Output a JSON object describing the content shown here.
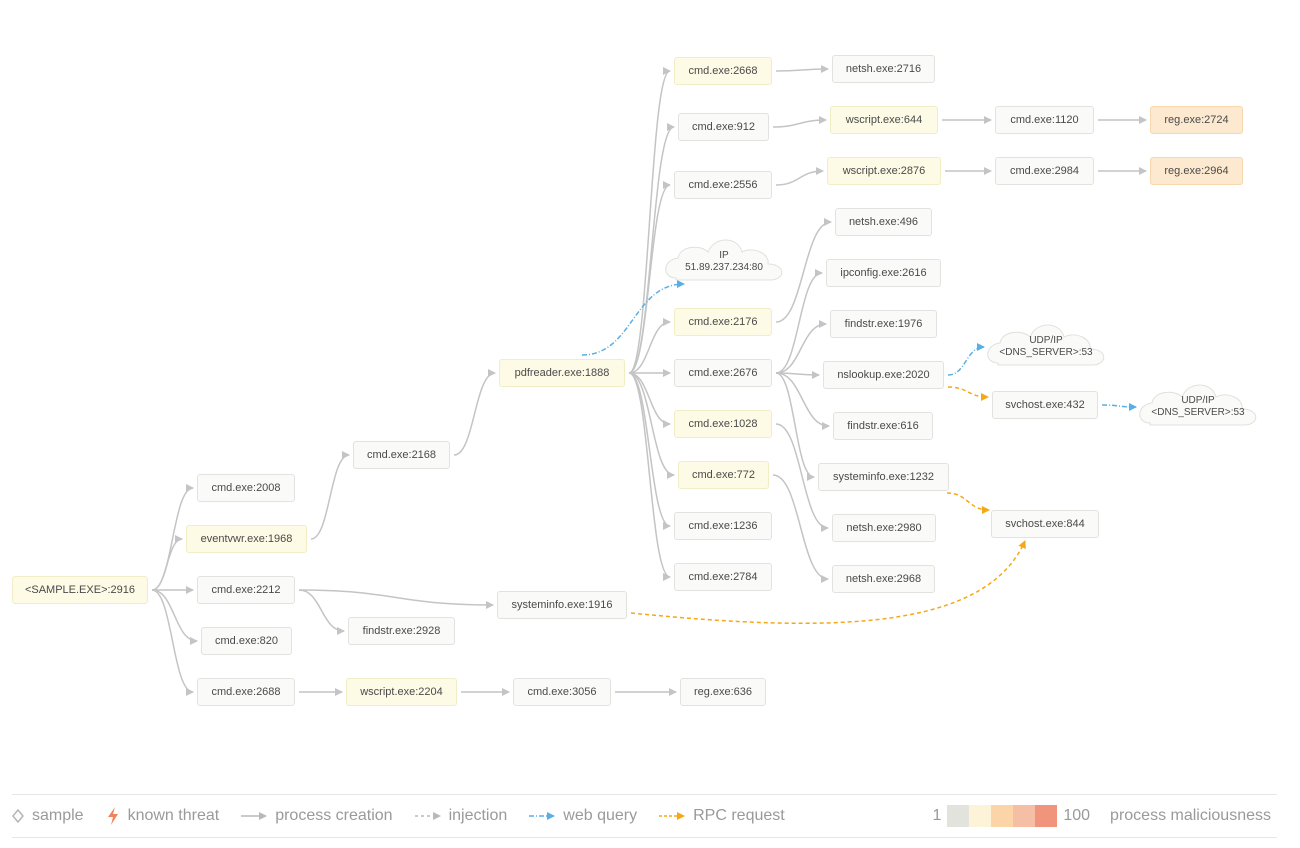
{
  "nodes": {
    "sample": {
      "label": "<SAMPLE.EXE>:2916",
      "level": "sample"
    },
    "cmd2008": {
      "label": "cmd.exe:2008",
      "level": "0"
    },
    "eventvwr1968": {
      "label": "eventvwr.exe:1968",
      "level": "1"
    },
    "cmd2212": {
      "label": "cmd.exe:2212",
      "level": "0"
    },
    "cmd820": {
      "label": "cmd.exe:820",
      "level": "0"
    },
    "cmd2688": {
      "label": "cmd.exe:2688",
      "level": "0"
    },
    "cmd2168": {
      "label": "cmd.exe:2168",
      "level": "0"
    },
    "findstr2928": {
      "label": "findstr.exe:2928",
      "level": "0"
    },
    "wscript2204": {
      "label": "wscript.exe:2204",
      "level": "1"
    },
    "systeminfo1916": {
      "label": "systeminfo.exe:1916",
      "level": "0"
    },
    "cmd3056": {
      "label": "cmd.exe:3056",
      "level": "0"
    },
    "reg636": {
      "label": "reg.exe:636",
      "level": "0"
    },
    "pdfreader1888": {
      "label": "pdfreader.exe:1888",
      "level": "1"
    },
    "cmd2668": {
      "label": "cmd.exe:2668",
      "level": "1"
    },
    "cmd912": {
      "label": "cmd.exe:912",
      "level": "0"
    },
    "cmd2556": {
      "label": "cmd.exe:2556",
      "level": "0"
    },
    "cmd2176": {
      "label": "cmd.exe:2176",
      "level": "1"
    },
    "cmd2676": {
      "label": "cmd.exe:2676",
      "level": "0"
    },
    "cmd1028": {
      "label": "cmd.exe:1028",
      "level": "1"
    },
    "cmd772": {
      "label": "cmd.exe:772",
      "level": "1"
    },
    "cmd1236": {
      "label": "cmd.exe:1236",
      "level": "0"
    },
    "cmd2784": {
      "label": "cmd.exe:2784",
      "level": "0"
    },
    "netsh2716": {
      "label": "netsh.exe:2716",
      "level": "0"
    },
    "wscript644": {
      "label": "wscript.exe:644",
      "level": "1"
    },
    "wscript2876": {
      "label": "wscript.exe:2876",
      "level": "1"
    },
    "cmd1120": {
      "label": "cmd.exe:1120",
      "level": "0"
    },
    "cmd2984": {
      "label": "cmd.exe:2984",
      "level": "0"
    },
    "reg2724": {
      "label": "reg.exe:2724",
      "level": "2"
    },
    "reg2964": {
      "label": "reg.exe:2964",
      "level": "2"
    },
    "netsh496": {
      "label": "netsh.exe:496",
      "level": "0"
    },
    "ipconfig2616": {
      "label": "ipconfig.exe:2616",
      "level": "0"
    },
    "findstr1976": {
      "label": "findstr.exe:1976",
      "level": "0"
    },
    "nslookup2020": {
      "label": "nslookup.exe:2020",
      "level": "0"
    },
    "findstr616": {
      "label": "findstr.exe:616",
      "level": "0"
    },
    "systeminfo1232": {
      "label": "systeminfo.exe:1232",
      "level": "0"
    },
    "netsh2980": {
      "label": "netsh.exe:2980",
      "level": "0"
    },
    "netsh2968": {
      "label": "netsh.exe:2968",
      "level": "0"
    },
    "svchost432": {
      "label": "svchost.exe:432",
      "level": "0"
    },
    "svchost844": {
      "label": "svchost.exe:844",
      "level": "0"
    }
  },
  "clouds": {
    "ip": {
      "label": "IP\n51.89.237.234:80"
    },
    "dns1": {
      "label": "UDP/IP\n<DNS_SERVER>:53"
    },
    "dns2": {
      "label": "UDP/IP\n<DNS_SERVER>:53"
    }
  },
  "edges": [
    {
      "from": "sample",
      "to": "cmd2008",
      "type": "process"
    },
    {
      "from": "sample",
      "to": "eventvwr1968",
      "type": "process"
    },
    {
      "from": "sample",
      "to": "cmd2212",
      "type": "process"
    },
    {
      "from": "sample",
      "to": "cmd820",
      "type": "process"
    },
    {
      "from": "sample",
      "to": "cmd2688",
      "type": "process"
    },
    {
      "from": "eventvwr1968",
      "to": "cmd2168",
      "type": "process"
    },
    {
      "from": "cmd2212",
      "to": "systeminfo1916",
      "type": "process"
    },
    {
      "from": "cmd2212",
      "to": "findstr2928",
      "type": "process"
    },
    {
      "from": "cmd2688",
      "to": "wscript2204",
      "type": "process"
    },
    {
      "from": "wscript2204",
      "to": "cmd3056",
      "type": "process"
    },
    {
      "from": "cmd3056",
      "to": "reg636",
      "type": "process"
    },
    {
      "from": "cmd2168",
      "to": "pdfreader1888",
      "type": "process"
    },
    {
      "from": "pdfreader1888",
      "to": "cmd2668",
      "type": "process"
    },
    {
      "from": "pdfreader1888",
      "to": "cmd912",
      "type": "process"
    },
    {
      "from": "pdfreader1888",
      "to": "cmd2556",
      "type": "process"
    },
    {
      "from": "pdfreader1888",
      "to": "cmd2176",
      "type": "process"
    },
    {
      "from": "pdfreader1888",
      "to": "cmd2676",
      "type": "process"
    },
    {
      "from": "pdfreader1888",
      "to": "cmd1028",
      "type": "process"
    },
    {
      "from": "pdfreader1888",
      "to": "cmd772",
      "type": "process"
    },
    {
      "from": "pdfreader1888",
      "to": "cmd1236",
      "type": "process"
    },
    {
      "from": "pdfreader1888",
      "to": "cmd2784",
      "type": "process"
    },
    {
      "from": "pdfreader1888",
      "to": "ip",
      "type": "web"
    },
    {
      "from": "cmd2668",
      "to": "netsh2716",
      "type": "process"
    },
    {
      "from": "cmd912",
      "to": "wscript644",
      "type": "process"
    },
    {
      "from": "wscript644",
      "to": "cmd1120",
      "type": "process"
    },
    {
      "from": "cmd1120",
      "to": "reg2724",
      "type": "process"
    },
    {
      "from": "cmd2556",
      "to": "wscript2876",
      "type": "process"
    },
    {
      "from": "wscript2876",
      "to": "cmd2984",
      "type": "process"
    },
    {
      "from": "cmd2984",
      "to": "reg2964",
      "type": "process"
    },
    {
      "from": "cmd2176",
      "to": "netsh496",
      "type": "process"
    },
    {
      "from": "cmd2676",
      "to": "ipconfig2616",
      "type": "process"
    },
    {
      "from": "cmd2676",
      "to": "findstr1976",
      "type": "process"
    },
    {
      "from": "cmd2676",
      "to": "nslookup2020",
      "type": "process"
    },
    {
      "from": "cmd2676",
      "to": "findstr616",
      "type": "process"
    },
    {
      "from": "cmd2676",
      "to": "systeminfo1232",
      "type": "process"
    },
    {
      "from": "cmd1028",
      "to": "netsh2980",
      "type": "process"
    },
    {
      "from": "cmd772",
      "to": "netsh2968",
      "type": "process"
    },
    {
      "from": "nslookup2020",
      "to": "dns1",
      "type": "web"
    },
    {
      "from": "nslookup2020",
      "to": "svchost432",
      "type": "rpc"
    },
    {
      "from": "svchost432",
      "to": "dns2",
      "type": "web"
    },
    {
      "from": "systeminfo1232",
      "to": "svchost844",
      "type": "rpc"
    },
    {
      "from": "systeminfo1916",
      "to": "svchost844",
      "type": "rpc"
    }
  ],
  "legend": {
    "sample": "sample",
    "known_threat": "known threat",
    "process_creation": "process creation",
    "injection": "injection",
    "web_query": "web query",
    "rpc_request": "RPC request",
    "scale_min": "1",
    "scale_max": "100",
    "scale_label": "process maliciousness",
    "scale_colors": [
      "#e3e3dd",
      "#fdf3d8",
      "#fbd4a7",
      "#f5bfa5",
      "#f0947b"
    ]
  },
  "colors": {
    "process_edge": "#c4c4c4",
    "web_edge": "#5aaee6",
    "rpc_edge": "#f5a816",
    "known_threat": "#f0845c"
  }
}
